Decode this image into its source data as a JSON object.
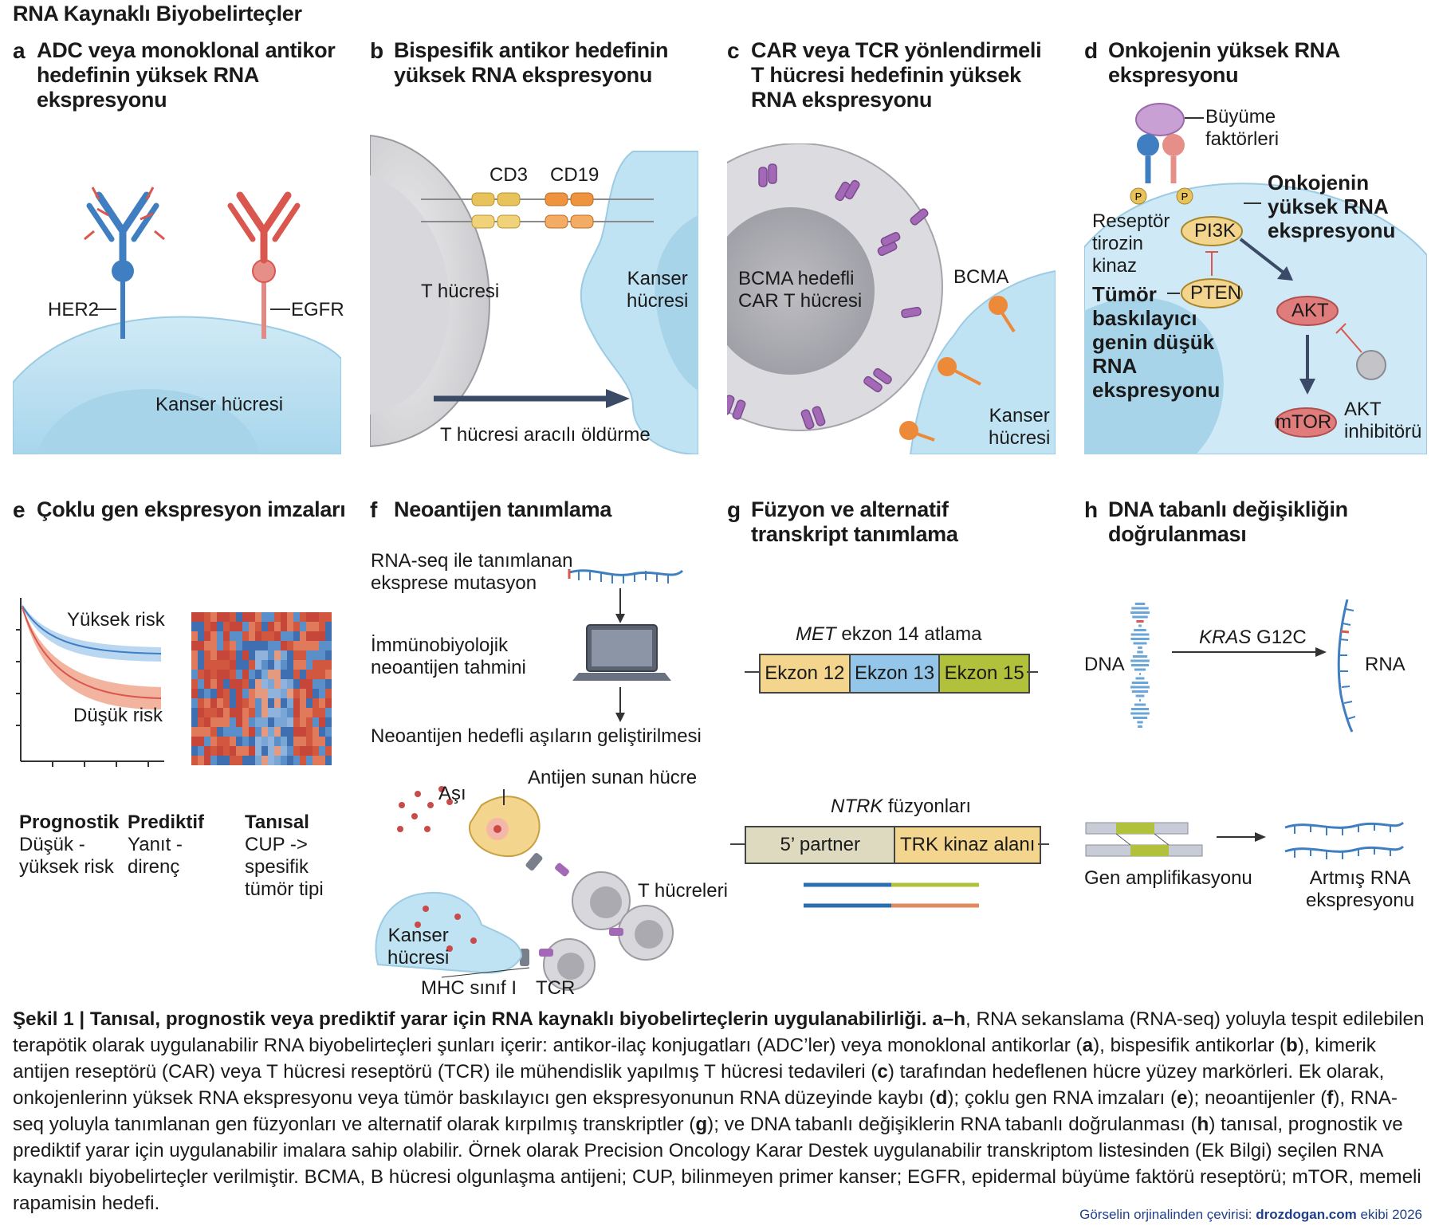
{
  "title": "RNA Kaynaklı Biyobelirteçler",
  "panels": {
    "a": {
      "letter": "a",
      "title": "ADC veya monoklonal antikor\nhedefinin yüksek RNA\nekspresyonu",
      "her2": "HER2",
      "egfr": "EGFR",
      "cell": "Kanser hücresi"
    },
    "b": {
      "letter": "b",
      "title": "Bispesifik antikor hedefinin\nyüksek RNA ekspresyonu",
      "cd3": "CD3",
      "cd19": "CD19",
      "tcell": "T hücresi",
      "cancer": "Kanser\nhücresi",
      "killing": "T hücresi aracılı öldürme"
    },
    "c": {
      "letter": "c",
      "title": "CAR veya TCR yönlendirmeli\nT hücresi hedefinin yüksek\nRNA ekspresyonu",
      "cart": "BCMA hedefli\nCAR T hücresi",
      "bcma": "BCMA",
      "cancer": "Kanser\nhücresi"
    },
    "d": {
      "letter": "d",
      "title": "Onkojenin yüksek RNA\nekspresyonu",
      "growth": "Büyüme\nfaktörleri",
      "p": "P",
      "rtk": "Reseptör\ntirozin\nkinaz",
      "onco": "Onkojenin\nyüksek RNA\nekspresyonu",
      "pi3k": "PI3K",
      "pten": "PTEN",
      "akt": "AKT",
      "mtor": "mTOR",
      "supp": "Tümör\nbaskılayıcı\ngenin düşük\nRNA\nekspresyonu",
      "aktinh": "AKT\ninhibitörü"
    },
    "e": {
      "letter": "e",
      "title": "Çoklu gen ekspresyon imzaları",
      "high": "Yüksek risk",
      "low": "Düşük risk",
      "cols": [
        {
          "head": "Prognostik",
          "body": "Düşük -\nyüksek risk"
        },
        {
          "head": "Prediktif",
          "body": "Yanıt -\ndirenç"
        },
        {
          "head": "Tanısal",
          "body": "CUP ->\nspesifik\ntümör tipi"
        }
      ]
    },
    "f": {
      "letter": "f",
      "title": "Neoantijen tanımlama",
      "step1": "RNA-seq ile tanımlanan\neksprese mutasyon",
      "step2": "İmmünobiyolojik\nneoantijen tahmini",
      "step3": "Neoantijen hedefli aşıların geliştirilmesi",
      "vaccine": "Aşı",
      "apc": "Antijen sunan hücre",
      "tcells": "T hücreleri",
      "cancer": "Kanser\nhücresi",
      "mhc": "MHC sınıf I",
      "tcr": "TCR"
    },
    "g": {
      "letter": "g",
      "title": "Füzyon ve alternatif\ntranskript tanımlama",
      "met_gene": "MET",
      "met_rest": " ekzon 14 atlama",
      "exons": [
        "Ekzon 12",
        "Ekzon 13",
        "Ekzon 15"
      ],
      "ntrk_gene": "NTRK",
      "ntrk_rest": " füzyonları",
      "partner": "5’ partner",
      "trk": "TRK kinaz alanı"
    },
    "h": {
      "letter": "h",
      "title": "DNA tabanlı değişikliğin\ndoğrulanması",
      "dna": "DNA",
      "kras_gene": "KRAS",
      "kras_rest": " G12C",
      "rna": "RNA",
      "amp": "Gen amplifikasyonu",
      "incr": "Artmış RNA\nekspresyonu"
    }
  },
  "caption": {
    "lead": "Şekil 1 | Tanısal, prognostik veya prediktif yarar için RNA kaynaklı biyobelirteçlerin uygulanabilirliği. a–h",
    "segments": [
      {
        "t": ", RNA sekanslama (RNA-seq) yoluyla tespit edilebilen terapötik olarak uygulanabilir RNA biyobelirteçleri şunları içerir: antikor-ilaç konjugatları (ADC’ler) veya monoklonal antikorlar (",
        "b": false
      },
      {
        "t": "a",
        "b": true
      },
      {
        "t": "), bispesifik antikorlar (",
        "b": false
      },
      {
        "t": "b",
        "b": true
      },
      {
        "t": "), kimerik antijen reseptörü (CAR) veya T hücresi reseptörü (TCR) ile mühendislik yapılmış T hücresi tedavileri (",
        "b": false
      },
      {
        "t": "c",
        "b": true
      },
      {
        "t": ") tarafından hedeflenen hücre yüzey markörleri. Ek olarak, onkojenlerinn yüksek RNA ekspresyonu veya tümör baskılayıcı gen ekspresyonunun RNA düzeyinde kaybı (",
        "b": false
      },
      {
        "t": "d",
        "b": true
      },
      {
        "t": "); çoklu gen RNA imzaları (",
        "b": false
      },
      {
        "t": "e",
        "b": true
      },
      {
        "t": "); neoantijenler (",
        "b": false
      },
      {
        "t": "f",
        "b": true
      },
      {
        "t": "), RNA-seq yoluyla tanımlanan gen füzyonları ve alternatif olarak kırpılmış transkriptler (",
        "b": false
      },
      {
        "t": "g",
        "b": true
      },
      {
        "t": "); ve DNA tabanlı değişiklerin RNA tabanlı doğrulanması (",
        "b": false
      },
      {
        "t": "h",
        "b": true
      },
      {
        "t": ") tanısal, prognostik ve prediktif yarar için uygulanabilir imalara sahip olabilir. Örnek olarak Precision Oncology Karar Destek uygulanabilir transkriptom listesinden (Ek Bilgi) seçilen RNA kaynaklı biyobelirteçler verilmiştir. BCMA, B hücresi olgunlaşma antijeni; CUP, bilinmeyen primer kanser; EGFR, epidermal büyüme faktörü reseptörü; mTOR, memeli rapamisin hedefi.",
        "b": false
      }
    ]
  },
  "credit": {
    "prefix": "Görselin orjinalinden çevirisi: ",
    "site": "drozdogan.com",
    "suffix": " ekibi 2026"
  },
  "colors": {
    "cell": "#bfe3f2",
    "cellEdge": "#9ccbe3",
    "her2": "#3f7fc1",
    "egfr": "#d9574f",
    "cd3": "#e8c25a",
    "cd19": "#ee9440",
    "car": "#a368b6",
    "bcma": "#ec8a3a",
    "exon12": "#f3d58d",
    "exon13": "#93c6e8",
    "exon15": "#b2c13c",
    "partner": "#dedac0",
    "trk": "#f3d58d"
  }
}
